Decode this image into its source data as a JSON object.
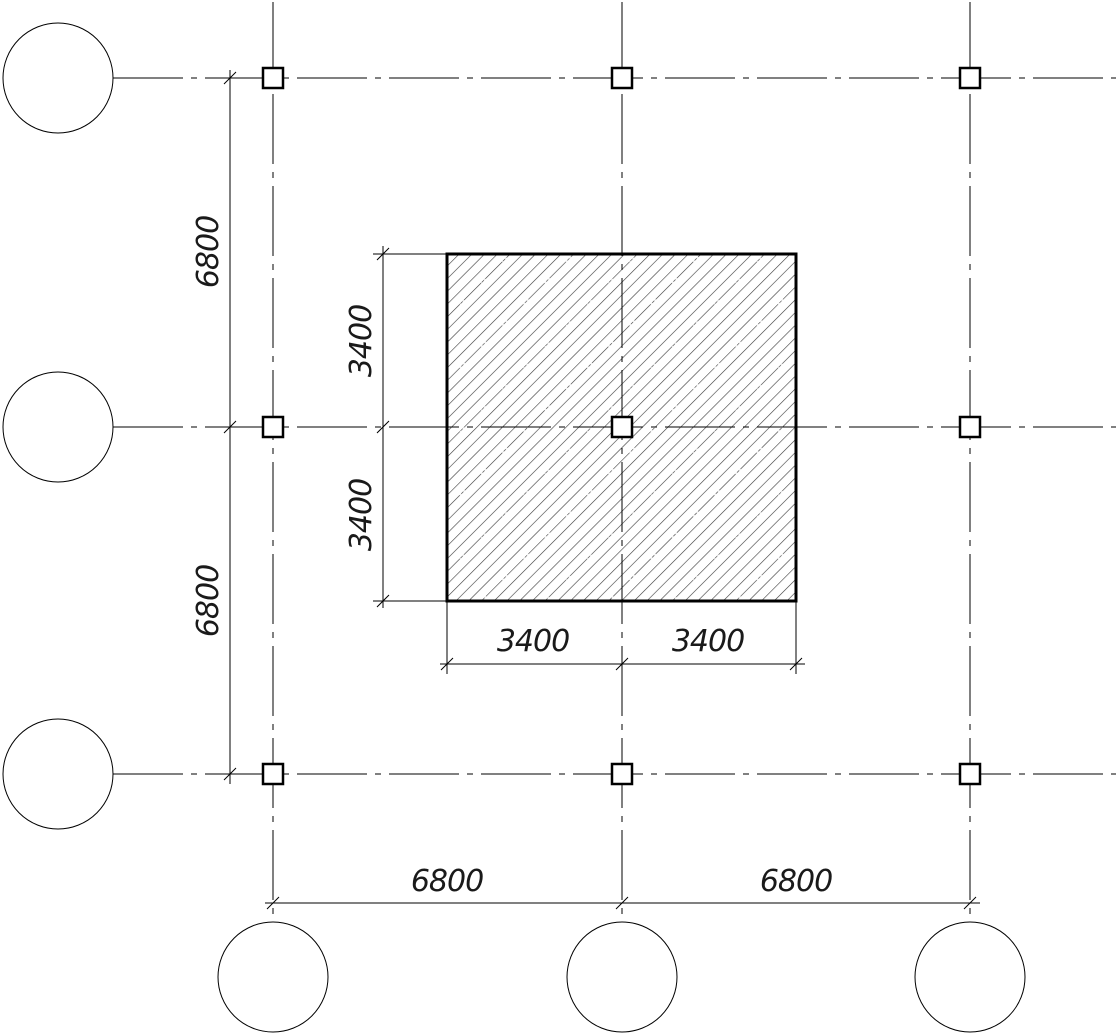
{
  "drawing": {
    "type": "structural-grid-plan",
    "colors": {
      "line": "#000000",
      "hatch": "#3a3a3a",
      "background": "#ffffff"
    },
    "axis_bubbles": {
      "horizontal_axes": [
        "",
        "",
        ""
      ],
      "vertical_axes": [
        "",
        "",
        ""
      ]
    },
    "column_count": 9,
    "hatched_area": {
      "pattern": "diagonal-hatch",
      "width_mm": 6800,
      "height_mm": 6800
    },
    "dimensions": {
      "bottom_span_left": "6800",
      "bottom_span_right": "6800",
      "left_span_top": "6800",
      "left_span_bottom": "6800",
      "hatch_height_top": "3400",
      "hatch_height_bottom": "3400",
      "hatch_width_left": "3400",
      "hatch_width_right": "3400"
    }
  }
}
